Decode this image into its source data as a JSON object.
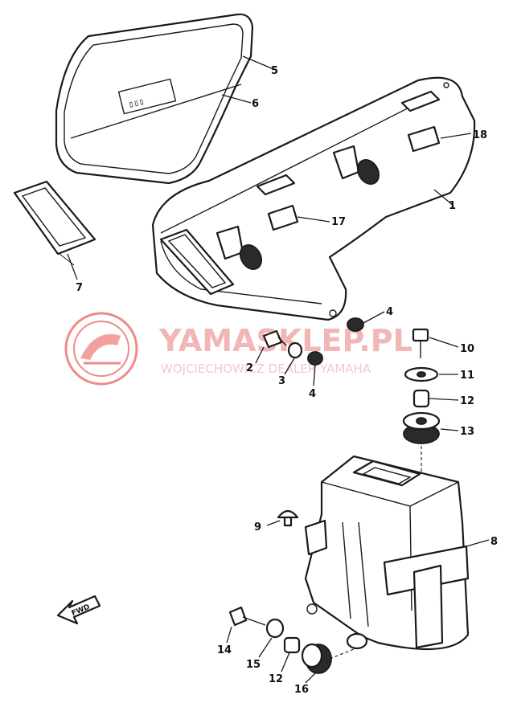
{
  "watermark": {
    "title": "YAMASKLEP.PL",
    "subtitle": "WOJCIECHOWICZ DEALER YAMAHA"
  },
  "direction_marker": "FWD",
  "callouts": [
    {
      "id": "c1",
      "label": "1"
    },
    {
      "id": "c2",
      "label": "2"
    },
    {
      "id": "c3",
      "label": "3"
    },
    {
      "id": "c4a",
      "label": "4"
    },
    {
      "id": "c4b",
      "label": "4"
    },
    {
      "id": "c5",
      "label": "5"
    },
    {
      "id": "c6",
      "label": "6"
    },
    {
      "id": "c7",
      "label": "7"
    },
    {
      "id": "c8",
      "label": "8"
    },
    {
      "id": "c9",
      "label": "9"
    },
    {
      "id": "c10",
      "label": "10"
    },
    {
      "id": "c11",
      "label": "11"
    },
    {
      "id": "c12a",
      "label": "12"
    },
    {
      "id": "c12b",
      "label": "12"
    },
    {
      "id": "c13",
      "label": "13"
    },
    {
      "id": "c14",
      "label": "14"
    },
    {
      "id": "c15",
      "label": "15"
    },
    {
      "id": "c16",
      "label": "16"
    },
    {
      "id": "c17",
      "label": "17"
    },
    {
      "id": "c18",
      "label": "18"
    }
  ]
}
